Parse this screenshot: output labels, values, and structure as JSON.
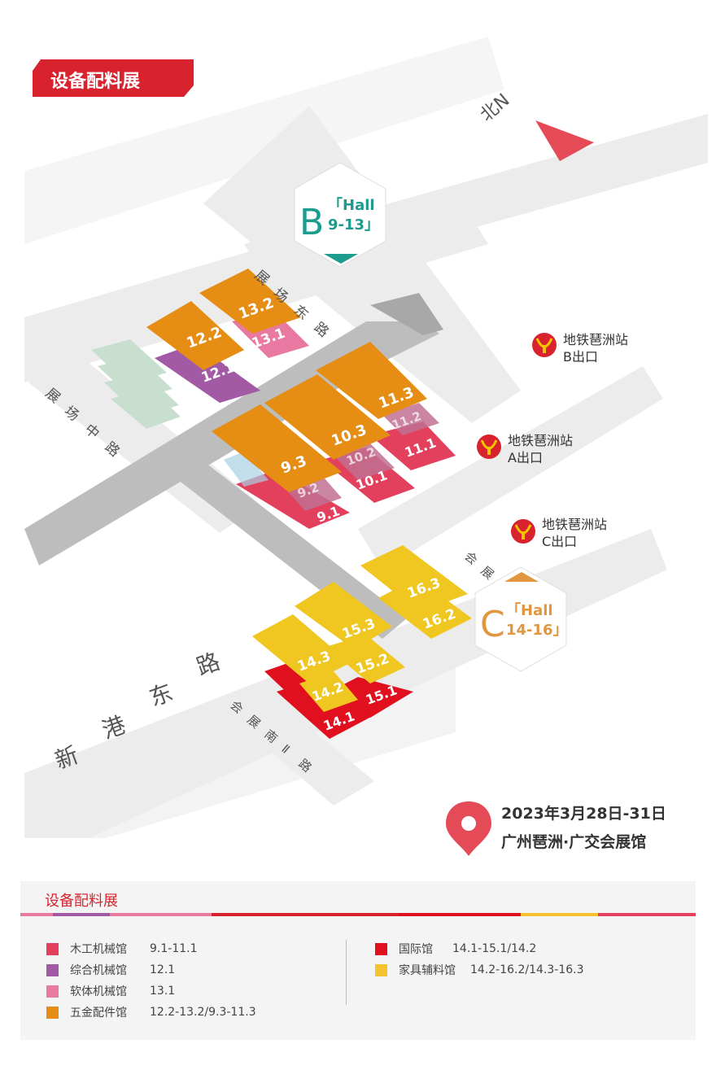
{
  "title": "设备配料展",
  "north": "北N",
  "entrance_b": {
    "letter": "B",
    "line1": "「Hall",
    "line2": "9-13」"
  },
  "entrance_c": {
    "letter": "C",
    "line1": "「Hall",
    "line2": "14-16」"
  },
  "roads": {
    "zhanchang_dong": [
      "展",
      "场",
      "东",
      "路"
    ],
    "zhanchang_zhong": [
      "展",
      "场",
      "中",
      "路"
    ],
    "xingang_dong": [
      "新",
      "港",
      "东",
      "路"
    ],
    "huizhan_nan": [
      "会",
      "展",
      "南",
      "Ⅱ",
      "路"
    ],
    "huizhan": [
      "会",
      "展"
    ]
  },
  "halls": {
    "h12_2": "12.2",
    "h13_2": "13.2",
    "h12_1": "12.1",
    "h13_1": "13.1",
    "h9_3": "9.3",
    "h10_3": "10.3",
    "h11_3": "11.3",
    "h9_2": "9.2",
    "h10_2": "10.2",
    "h11_2": "11.2",
    "h9_1": "9.1",
    "h10_1": "10.1",
    "h11_1": "11.1",
    "h16_3": "16.3",
    "h16_2": "16.2",
    "h15_3": "15.3",
    "h15_2": "15.2",
    "h14_3": "14.3",
    "h14_2": "14.2",
    "h15_1": "15.1",
    "h14_1": "14.1"
  },
  "metro": [
    {
      "line1": "地铁琶洲站",
      "line2": "B出口"
    },
    {
      "line1": "地铁琶洲站",
      "line2": "A出口"
    },
    {
      "line1": "地铁琶洲站",
      "line2": "C出口"
    }
  ],
  "event": {
    "date": "2023年3月28日-31日",
    "venue": "广州琶洲·广交会展馆"
  },
  "legend": {
    "title": "设备配料展",
    "left": [
      {
        "name": "木工机械馆",
        "range": "9.1-11.1",
        "color": "#e3405e"
      },
      {
        "name": "综合机械馆",
        "range": "12.1",
        "color": "#a35aa5"
      },
      {
        "name": "软体机械馆",
        "range": "13.1",
        "color": "#e87aa2"
      },
      {
        "name": "五金配件馆",
        "range": "12.2-13.2/9.3-11.3",
        "color": "#e68d14"
      }
    ],
    "right": [
      {
        "name": "国际馆",
        "range": "14.1-15.1/14.2",
        "color": "#e0101f"
      },
      {
        "name": "家具辅料馆",
        "range": "14.2-16.2/14.3-16.3",
        "color": "#f5c230"
      }
    ]
  }
}
